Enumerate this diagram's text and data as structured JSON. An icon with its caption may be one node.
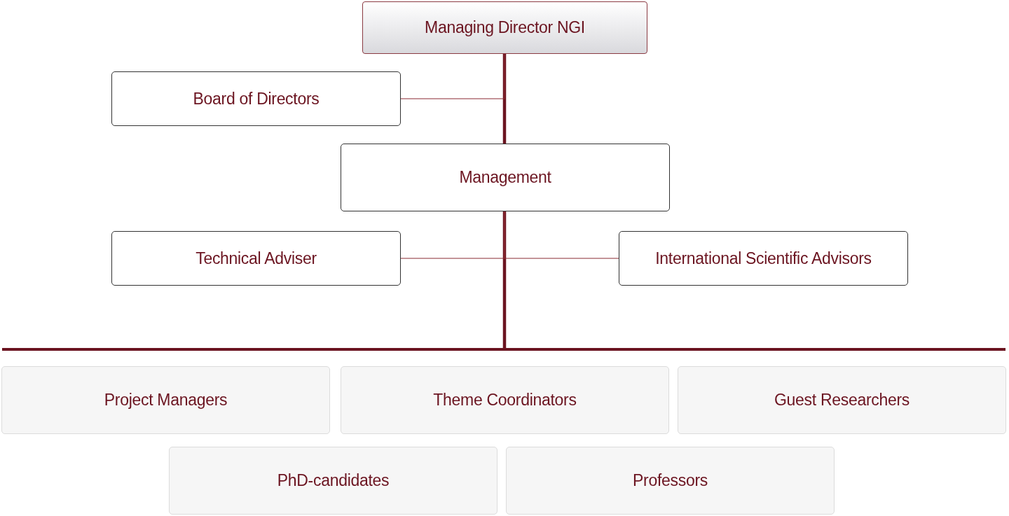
{
  "diagram": {
    "nodes": [
      {
        "text": [
          "Managing Director NGI"
        ]
      },
      {
        "text": [
          "Board of Directors"
        ]
      },
      {
        "text": [
          "Management"
        ]
      },
      {
        "text": [
          "Technical Adviser"
        ]
      },
      {
        "text": [
          "International Scientific Advisors"
        ]
      },
      {
        "text": [],
        "shape": "bar"
      },
      {
        "text": [
          "Project Managers"
        ]
      },
      {
        "text": [
          "Theme Coordinators"
        ]
      },
      {
        "text": [
          "Guest Researchers"
        ]
      },
      {
        "text": [
          "PhD-candidates"
        ]
      },
      {
        "text": [
          "Professors"
        ]
      }
    ],
    "edges": [
      {
        "from": 0,
        "to": 2,
        "arrow": "none",
        "style": "thick"
      },
      {
        "from": 1,
        "to": 0,
        "arrow": "none"
      },
      {
        "from": 3,
        "to": 2,
        "arrow": "none"
      },
      {
        "from": 4,
        "to": 2,
        "arrow": "none"
      },
      {
        "from": 2,
        "to": 5,
        "arrow": "none",
        "style": "thick"
      }
    ]
  }
}
